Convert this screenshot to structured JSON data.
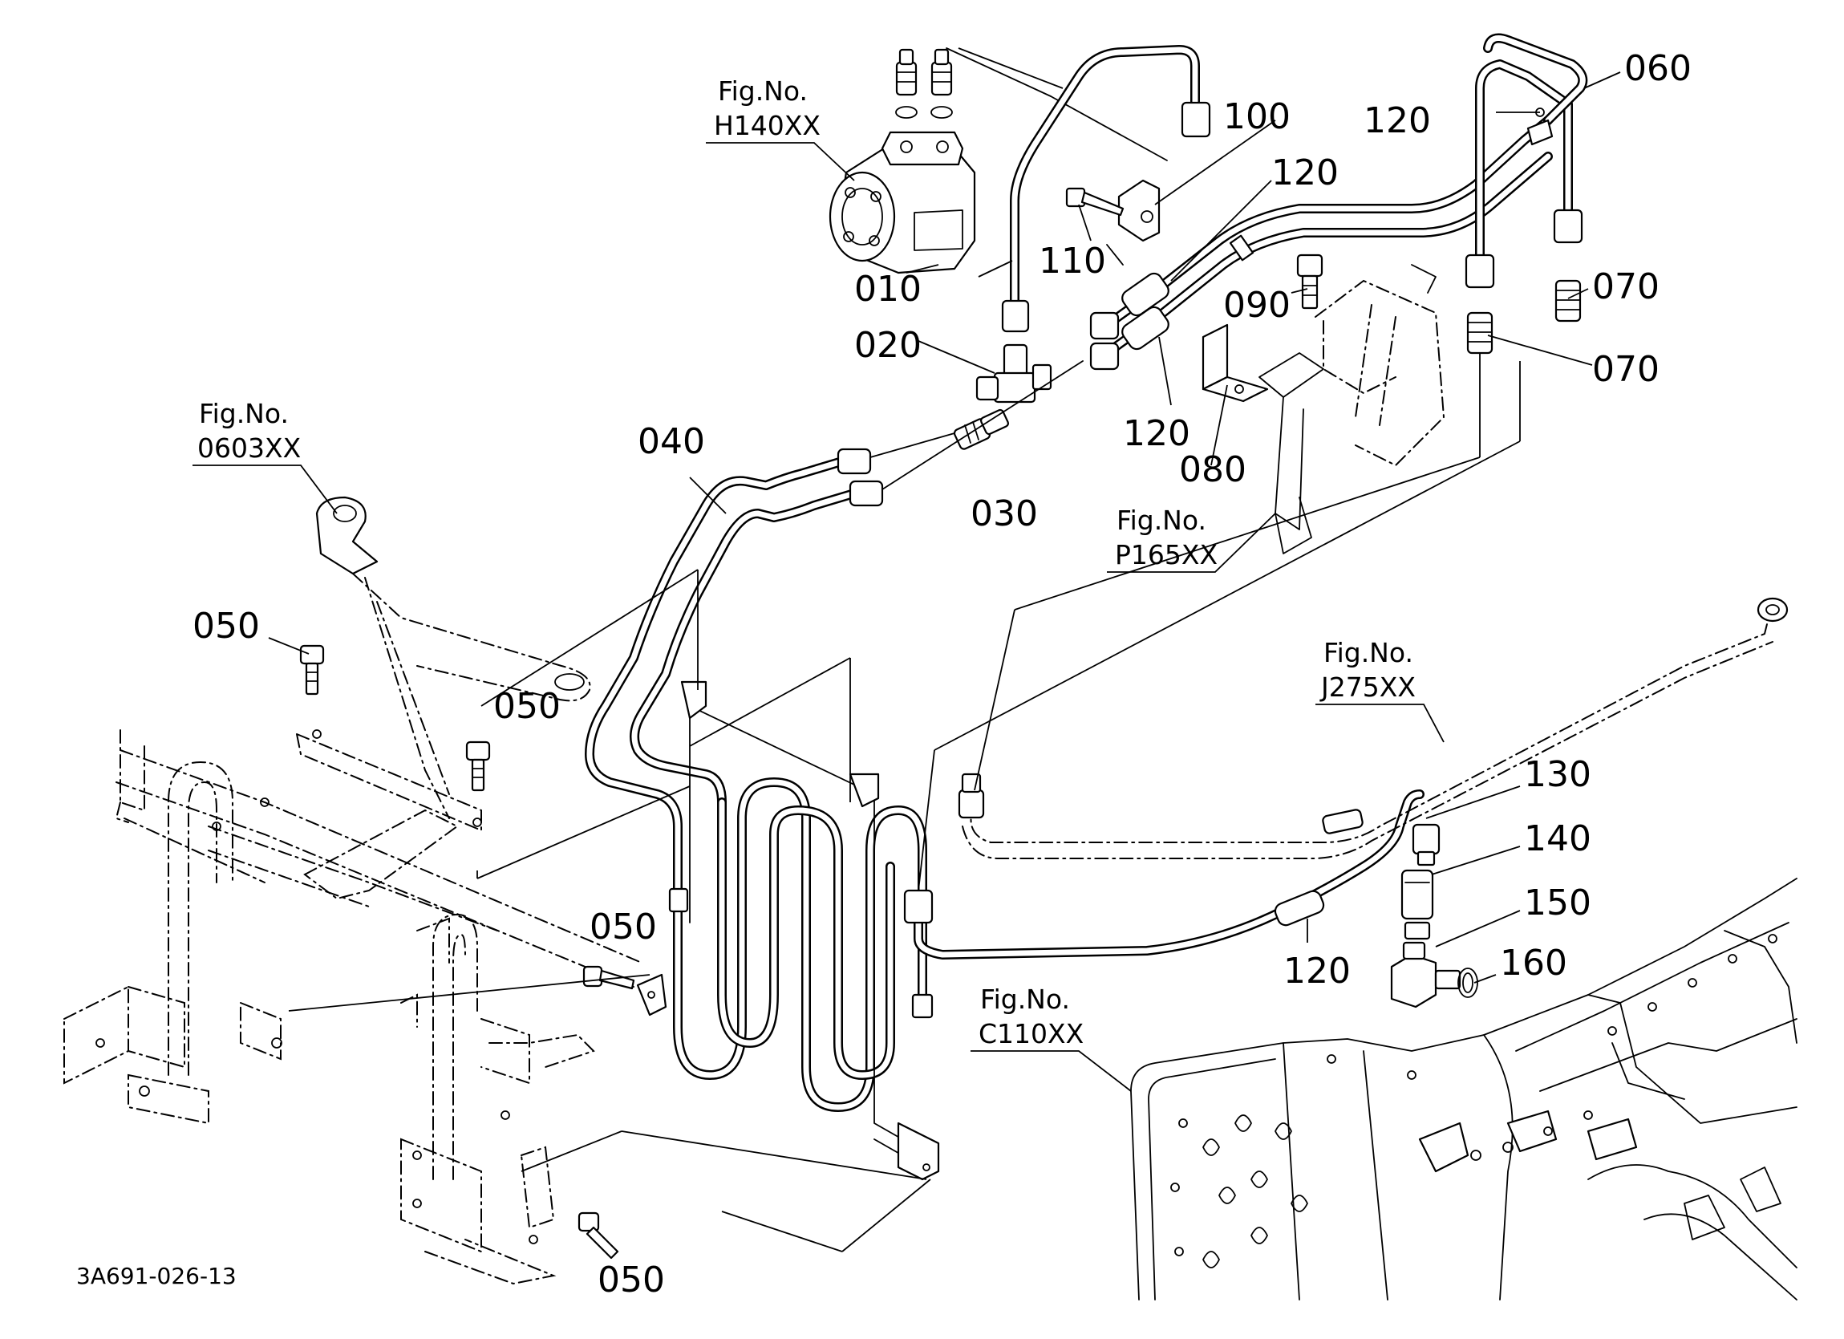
{
  "callouts": {
    "c010": "010",
    "c020": "020",
    "c030": "030",
    "c040": "040",
    "c050a": "050",
    "c050b": "050",
    "c050c": "050",
    "c050d": "050",
    "c060": "060",
    "c070a": "070",
    "c070b": "070",
    "c080": "080",
    "c090": "090",
    "c100": "100",
    "c110": "110",
    "c120a": "120",
    "c120b": "120",
    "c120c": "120",
    "c120d": "120",
    "c130": "130",
    "c140": "140",
    "c150": "150",
    "c160": "160"
  },
  "figrefs": {
    "h140": {
      "label": "Fig.No.",
      "code": "H140XX"
    },
    "f0603": {
      "label": "Fig.No.",
      "code": "0603XX"
    },
    "p165": {
      "label": "Fig.No.",
      "code": "P165XX"
    },
    "j275": {
      "label": "Fig.No.",
      "code": "J275XX"
    },
    "c110": {
      "label": "Fig.No.",
      "code": "C110XX"
    }
  },
  "drawing_number": "3A691-026-13"
}
